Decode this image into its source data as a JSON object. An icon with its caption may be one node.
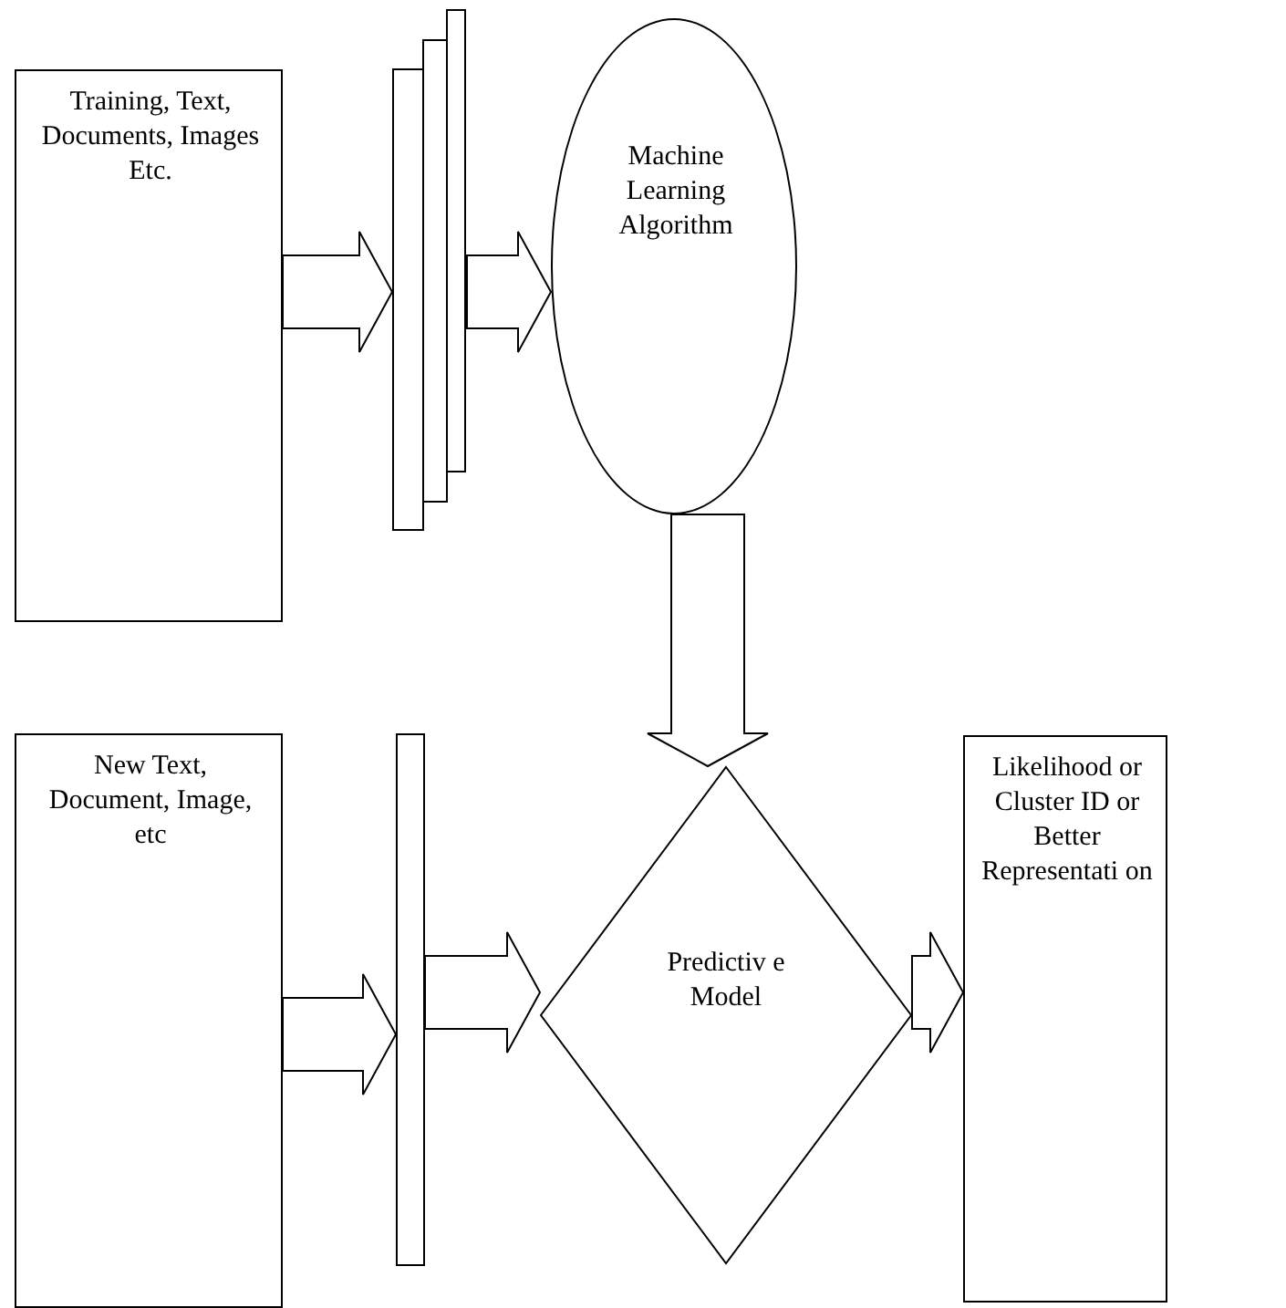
{
  "diagram": {
    "nodes": [
      {
        "text": [
          "Training, Text, Documents, Images Etc."
        ]
      },
      {
        "text": [],
        "shape": "bar"
      },
      {
        "text": [
          "Machine Learning Algorithm"
        ]
      },
      {
        "text": [
          "Predictiv e Model"
        ]
      },
      {
        "text": [
          "New Text, Document, Image, etc"
        ]
      },
      {
        "text": [],
        "shape": "bar"
      },
      {
        "text": [
          "Likelihood or Cluster ID or Better Representati on"
        ]
      }
    ],
    "edges": [
      {
        "from": 0,
        "to": 1,
        "arrow": "to"
      },
      {
        "from": 1,
        "to": 2,
        "arrow": "to"
      },
      {
        "from": 2,
        "to": 3,
        "arrow": "to"
      },
      {
        "from": 4,
        "to": 5,
        "arrow": "to"
      },
      {
        "from": 5,
        "to": 3,
        "arrow": "to"
      },
      {
        "from": 3,
        "to": 6,
        "arrow": "to"
      }
    ]
  }
}
